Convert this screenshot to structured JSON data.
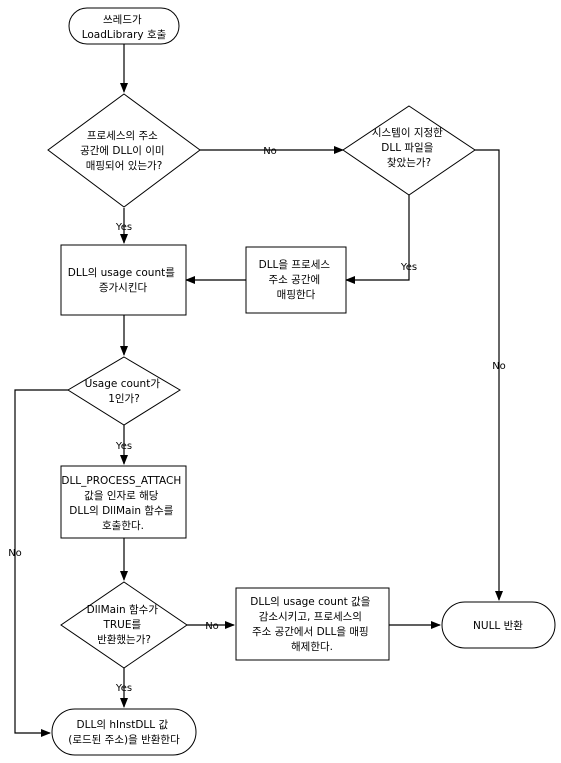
{
  "nodes": {
    "start": [
      "쓰레드가",
      "LoadLibrary 호출"
    ],
    "check_mapped": [
      "프로세스의 주소",
      "공간에 DLL이 이미",
      "매핑되어 있는가?"
    ],
    "check_found": [
      "시스템이 지정한",
      "DLL 파일을",
      "찾았는가?"
    ],
    "map_dll": [
      "DLL을 프로세스",
      "주소 공간에",
      "매핑한다"
    ],
    "inc_count": [
      "DLL의 usage count를",
      "증가시킨다"
    ],
    "check_one": [
      "Usage count가",
      "1인가?"
    ],
    "call_attach": [
      "DLL_PROCESS_ATTACH",
      "값을 인자로 해당",
      "DLL의 DllMain 함수를",
      "호출한다."
    ],
    "check_true": [
      "DllMain 함수가",
      "TRUE를",
      "반환했는가?"
    ],
    "dec_unmap": [
      "DLL의 usage count 값을",
      "감소시키고, 프로세스의",
      "주소 공간에서 DLL을 매핑",
      "해제한다."
    ],
    "ret_null": [
      "NULL 반환"
    ],
    "ret_hinst": [
      "DLL의 hInstDLL 값",
      "(로드된 주소)을 반환한다"
    ]
  },
  "edge_labels": {
    "yes": "Yes",
    "no": "No"
  }
}
